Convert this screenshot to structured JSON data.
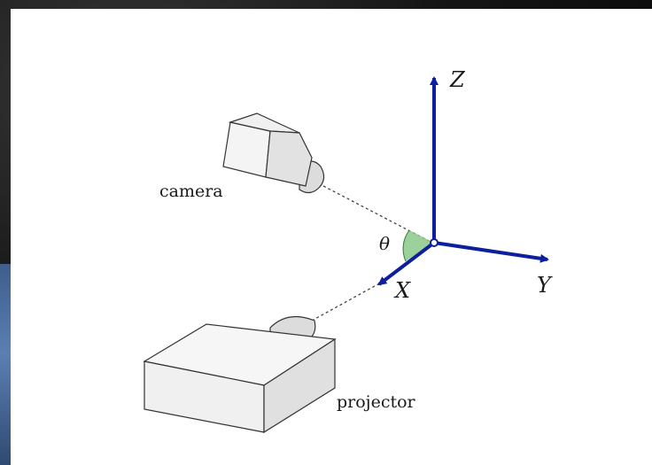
{
  "labels": {
    "camera": "camera",
    "projector": "projector",
    "theta": "θ",
    "axis_x": "X",
    "axis_y": "Y",
    "axis_z": "Z"
  },
  "colors": {
    "axis": "#0d1f9e",
    "angle_fill": "#8cc98a",
    "box_fill": "#f4f4f4",
    "box_shade": "#dcdcdc",
    "box_stroke": "#333333",
    "panel": "#ffffff"
  }
}
